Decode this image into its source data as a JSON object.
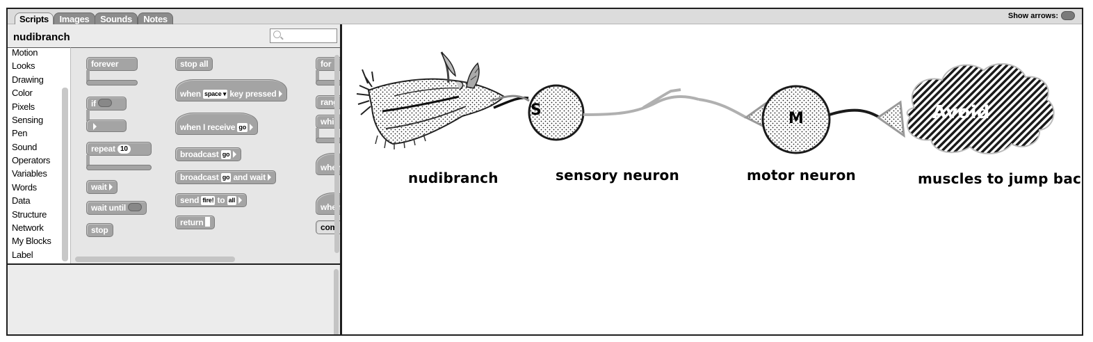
{
  "tabs": [
    "Scripts",
    "Images",
    "Sounds",
    "Notes"
  ],
  "show_arrows_label": "Show arrows:",
  "object_name": "nudibranch",
  "search": {
    "placeholder": ""
  },
  "categories": [
    "Motion",
    "Looks",
    "Drawing",
    "Color",
    "Pixels",
    "Sensing",
    "Pen",
    "Sound",
    "Operators",
    "Variables",
    "Words",
    "Data",
    "Structure",
    "Network",
    "My Blocks",
    "Label"
  ],
  "blocks": {
    "forever": "forever",
    "if": "if",
    "repeat": "repeat",
    "repeat_count": "10",
    "wait": "wait",
    "wait_until": "wait until",
    "stop": "stop",
    "stop_all": "stop all",
    "when": "when",
    "when_key_slot": "space",
    "key_pressed": "key pressed",
    "when_i_receive": "when I receive",
    "go": "go",
    "broadcast": "broadcast",
    "and_wait": "and wait",
    "send": "send",
    "send_msg": "fire!",
    "to": "to",
    "to_target": "all",
    "return": "return",
    "col3": [
      "for",
      "rang",
      "whi",
      "when",
      "when",
      "com"
    ]
  },
  "stage": {
    "sensory_letter": "S",
    "motor_letter": "M",
    "cloud_text": "Avoid",
    "labels": {
      "nudibranch": "nudibranch",
      "sensory": "sensory neuron",
      "motor": "motor neuron",
      "muscles": "muscles to jump back"
    }
  }
}
